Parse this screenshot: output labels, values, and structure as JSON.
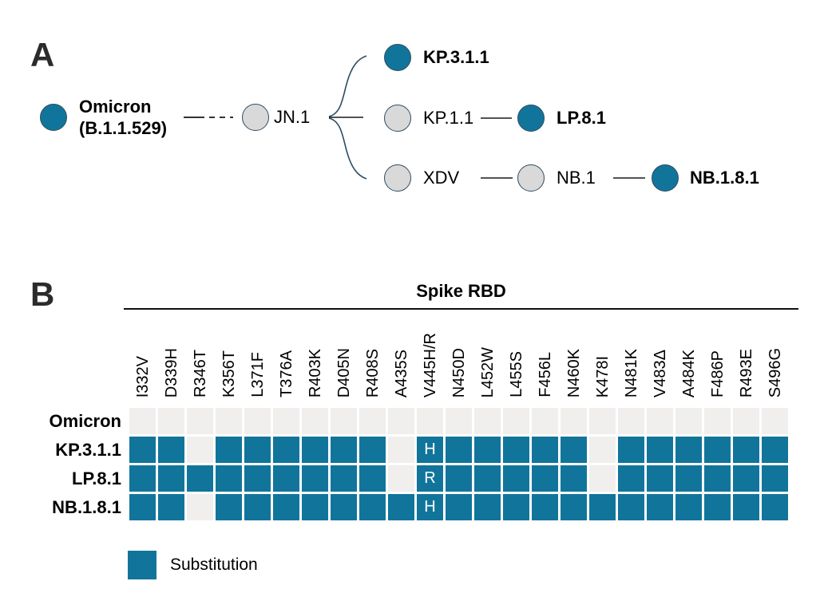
{
  "colors": {
    "substitution": "#11759b",
    "no_substitution": "#f0efee",
    "ancestor_node_fill": "#d9d9d9",
    "node_stroke": "#2e4d63",
    "panel_label": "#2b2b2b"
  },
  "panels": {
    "a": "A",
    "b": "B"
  },
  "lineage": {
    "nodes": [
      {
        "label": "Omicron",
        "sublabel": "(B.1.1.529)",
        "highlighted": true
      },
      {
        "label": "JN.1",
        "highlighted": false
      },
      {
        "label": "KP.3.1.1",
        "highlighted": true
      },
      {
        "label": "KP.1.1",
        "highlighted": false
      },
      {
        "label": "LP.8.1",
        "highlighted": true
      },
      {
        "label": "XDV",
        "highlighted": false
      },
      {
        "label": "NB.1",
        "highlighted": false
      },
      {
        "label": "NB.1.8.1",
        "highlighted": true
      }
    ]
  },
  "chart_data": {
    "type": "heatmap",
    "title": "Spike RBD",
    "columns": [
      "I332V",
      "D339H",
      "R346T",
      "K356T",
      "L371F",
      "T376A",
      "R403K",
      "D405N",
      "R408S",
      "A435S",
      "V445H/R",
      "N450D",
      "L452W",
      "L455S",
      "F456L",
      "N460K",
      "K478I",
      "N481K",
      "V483Δ",
      "A484K",
      "F486P",
      "R493E",
      "S496G"
    ],
    "rows": [
      "Omicron",
      "KP.3.1.1",
      "LP.8.1",
      "NB.1.8.1"
    ],
    "matrix": [
      [
        0,
        0,
        0,
        0,
        0,
        0,
        0,
        0,
        0,
        0,
        0,
        0,
        0,
        0,
        0,
        0,
        0,
        0,
        0,
        0,
        0,
        0,
        0
      ],
      [
        1,
        1,
        0,
        1,
        1,
        1,
        1,
        1,
        1,
        0,
        "H",
        1,
        1,
        1,
        1,
        1,
        0,
        1,
        1,
        1,
        1,
        1,
        1
      ],
      [
        1,
        1,
        1,
        1,
        1,
        1,
        1,
        1,
        1,
        0,
        "R",
        1,
        1,
        1,
        1,
        1,
        0,
        1,
        1,
        1,
        1,
        1,
        1
      ],
      [
        1,
        1,
        0,
        1,
        1,
        1,
        1,
        1,
        1,
        1,
        "H",
        1,
        1,
        1,
        1,
        1,
        1,
        1,
        1,
        1,
        1,
        1,
        1
      ]
    ],
    "legend": {
      "label": "Substitution"
    }
  }
}
